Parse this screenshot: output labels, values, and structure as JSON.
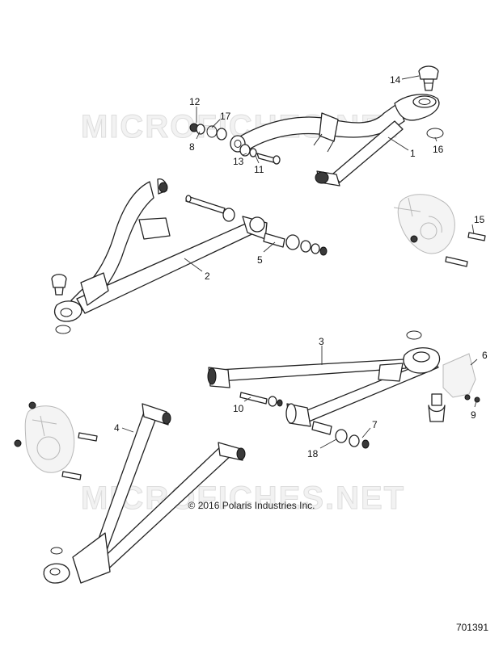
{
  "watermark": {
    "top": "MICROFICHES.NET",
    "bottom": "MICROFICHES.NET"
  },
  "copyright": "© 2016 Polaris Industries Inc.",
  "document_number": "701391",
  "callouts": [
    "1",
    "2",
    "3",
    "4",
    "5",
    "6",
    "7",
    "8",
    "9",
    "10",
    "11",
    "12",
    "13",
    "14",
    "15",
    "16",
    "17",
    "18"
  ]
}
